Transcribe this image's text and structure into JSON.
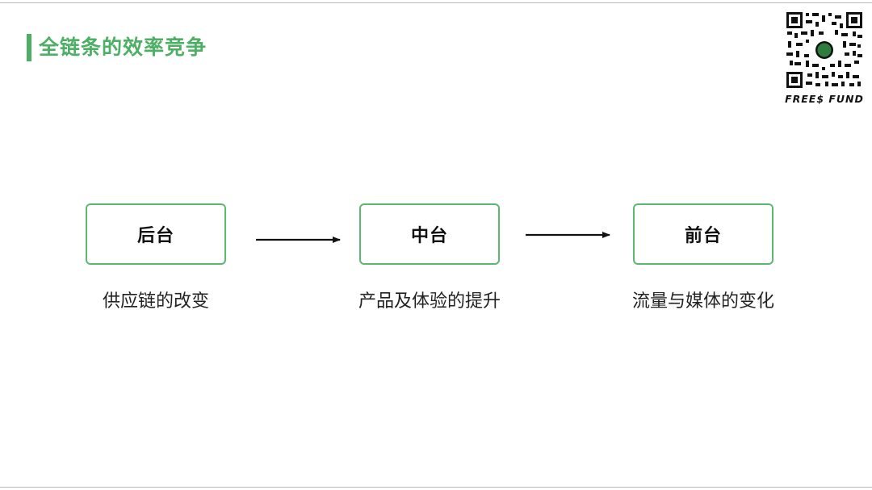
{
  "title": "全链条的效率竞争",
  "colors": {
    "accent": "#4caf63",
    "stage_border": "#5cb86e",
    "rule": "#b9b9b9"
  },
  "logo": {
    "brand_text": "FREE$ FUND",
    "icon": "qr-code-icon"
  },
  "stages": [
    {
      "label": "后台",
      "caption": "供应链的改变"
    },
    {
      "label": "中台",
      "caption": "产品及体验的提升"
    },
    {
      "label": "前台",
      "caption": "流量与媒体的变化"
    }
  ]
}
